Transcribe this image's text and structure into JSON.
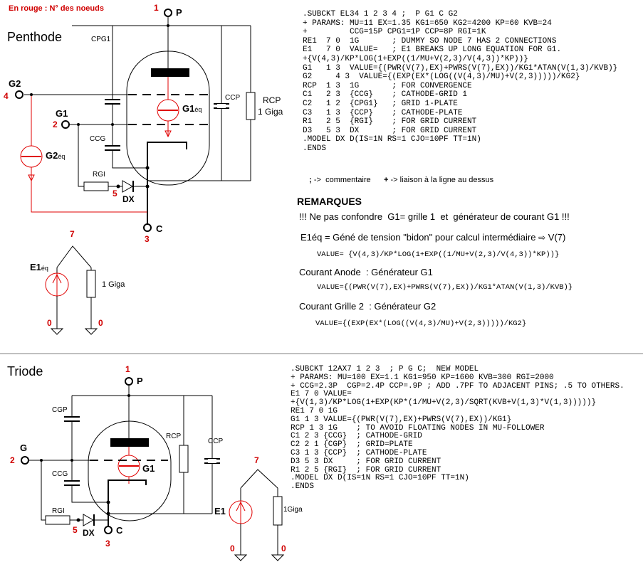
{
  "legend_note": "En rouge : N° des noeuds",
  "penthode": {
    "title": "Penthode",
    "nodes": {
      "p": "1",
      "g2": "4",
      "g1": "2",
      "c": "3",
      "dx": "5",
      "e1": "7",
      "gnd_a": "0",
      "gnd_b": "0"
    },
    "pins": {
      "p": "P",
      "g2": "G2",
      "g1": "G1",
      "c": "C"
    },
    "labels": {
      "cpg1": "CPG1",
      "ccp": "CCP",
      "rcp": "RCP",
      "rcp_value": "1 Giga",
      "ccg": "CCG",
      "rgi": "RGI",
      "dx": "DX",
      "g1eq": "G1",
      "g1eq_sub": "éq",
      "g2eq": "G2",
      "g2eq_sub": "éq",
      "e1eq": "E1",
      "e1eq_sub": "éq",
      "r1": "1 Giga"
    },
    "netlist": [
      ".SUBCKT EL34 1 2 3 4 ;  P G1 C G2",
      "+ PARAMS: MU=11 EX=1.35 KG1=650 KG2=4200 KP=60 KVB=24",
      "+         CCG=15P CPG1=1P CCP=8P RGI=1K",
      "RE1  7 0  1G       ; DUMMY SO NODE 7 HAS 2 CONNECTIONS",
      "E1   7 0  VALUE=   ; E1 BREAKS UP LONG EQUATION FOR G1.",
      "+{V(4,3)/KP*LOG(1+EXP((1/MU+V(2,3)/V(4,3))*KP))}",
      "G1   1 3  VALUE={(PWR(V(7),EX)+PWRS(V(7),EX))/KG1*ATAN(V(1,3)/KVB)}",
      "G2     4 3  VALUE={(EXP(EX*(LOG((V(4,3)/MU)+V(2,3)))))/KG2}",
      "RCP  1 3  1G       ; FOR CONVERGENCE",
      "C1   2 3  {CCG}    ; CATHODE-GRID 1",
      "C2   1 2  {CPG1}   ; GRID 1-PLATE",
      "C3   1 3  {CCP}    ; CATHODE-PLATE",
      "R1   2 5  {RGI}    ; FOR GRID CURRENT",
      "D3   5 3  DX       ; FOR GRID CURRENT",
      ".MODEL DX D(IS=1N RS=1 CJO=10PF TT=1N)",
      ".ENDS"
    ],
    "legend": {
      "sym1": ";",
      "arrow1": "->",
      "text1": "commentaire",
      "sym2": "+",
      "arrow2": "->",
      "text2": "liaison à la ligne au dessus"
    },
    "remarks": {
      "heading": "REMARQUES",
      "warning": "!!! Ne pas confondre  G1= grille 1  et  générateur de courant G1 !!!",
      "e1_label": "E1éq = Géné de tension \"bidon\" pour calcul intermédiaire",
      "e1_result": "V(7)",
      "e1_value": "VALUE= {V(4,3)/KP*LOG(1+EXP((1/MU+V(2,3)/V(4,3))*KP))}",
      "anode_label": "Courant Anode  : Générateur G1",
      "anode_value": "VALUE={(PWR(V(7),EX)+PWRS(V(7),EX))/KG1*ATAN(V(1,3)/KVB)}",
      "g2_label": "Courant Grille 2  : Générateur G2",
      "g2_value": "VALUE={(EXP(EX*(LOG((V(4,3)/MU)+V(2,3)))))/KG2}"
    }
  },
  "triode": {
    "title": "Triode",
    "nodes": {
      "p": "1",
      "g": "2",
      "c": "3",
      "dx": "5",
      "e1": "7",
      "gnd_a": "0",
      "gnd_b": "0"
    },
    "pins": {
      "p": "P",
      "g": "G",
      "c": "C"
    },
    "labels": {
      "cgp": "CGP",
      "rcp": "RCP",
      "ccp": "CCP",
      "ccg": "CCG",
      "g1": "G1",
      "rgi": "RGI",
      "dx": "DX",
      "e1": "E1",
      "r1": "1Giga"
    },
    "netlist": [
      ".SUBCKT 12AX7 1 2 3  ; P G C;  NEW MODEL",
      "+ PARAMS: MU=100 EX=1.1 KG1=950 KP=1600 KVB=300 RGI=2000",
      "+ CCG=2.3P  CGP=2.4P CCP=.9P ; ADD .7PF TO ADJACENT PINS; .5 TO OTHERS.",
      "E1 7 0 VALUE=",
      "+{V(1,3)/KP*LOG(1+EXP(KP*(1/MU+V(2,3)/SQRT(KVB+V(1,3)*V(1,3)))))}",
      "RE1 7 0 1G",
      "G1 1 3 VALUE={(PWR(V(7),EX)+PWRS(V(7),EX))/KG1}",
      "RCP 1 3 1G    ; TO AVOID FLOATING NODES IN MU-FOLLOWER",
      "C1 2 3 {CCG}  ; CATHODE-GRID",
      "C2 2 1 {CGP}  ; GRID=PLATE",
      "C3 1 3 {CCP}  ; CATHODE-PLATE",
      "D3 5 3 DX     ; FOR GRID CURRENT",
      "R1 2 5 {RGI}  ; FOR GRID CURRENT",
      ".MODEL DX D(IS=1N RS=1 CJO=10PF TT=1N)",
      ".ENDS"
    ]
  },
  "colors": {
    "node_red": "#d00000",
    "wire": "#000000",
    "source_red": "#e00000",
    "divider": "#808080"
  }
}
